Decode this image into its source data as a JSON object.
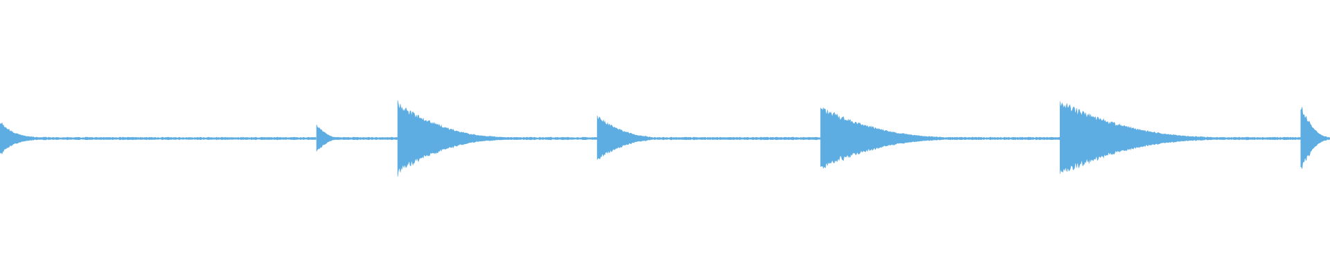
{
  "waveform": {
    "color": "#5dade2",
    "background": "#ffffff",
    "duration_fraction_note_free": true,
    "segments": [
      {
        "start": 0.0,
        "end": 0.238,
        "peak": 0.22,
        "decay": 0.12,
        "attack": "cut"
      },
      {
        "start": 0.238,
        "end": 0.299,
        "peak": 0.18,
        "decay": 0.2,
        "attack": "sharp"
      },
      {
        "start": 0.299,
        "end": 0.449,
        "peak": 0.45,
        "decay": 0.38,
        "attack": "sharp"
      },
      {
        "start": 0.449,
        "end": 0.617,
        "peak": 0.28,
        "decay": 0.2,
        "attack": "sharp"
      },
      {
        "start": 0.617,
        "end": 0.797,
        "peak": 0.4,
        "decay": 0.38,
        "attack": "sharp"
      },
      {
        "start": 0.797,
        "end": 0.978,
        "peak": 0.47,
        "decay": 0.45,
        "attack": "sharp"
      },
      {
        "start": 0.978,
        "end": 1.0,
        "peak": 0.42,
        "decay": 0.7,
        "attack": "sharp"
      }
    ],
    "noise_floor": 0.012
  }
}
